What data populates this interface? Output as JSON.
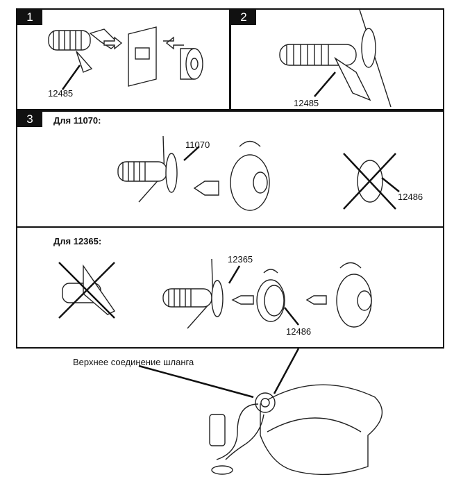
{
  "steps": [
    {
      "number": "1",
      "part_label": "12485"
    },
    {
      "number": "2",
      "part_label": "12485"
    },
    {
      "number": "3",
      "heading": "Для  11070:",
      "part_label": "11070",
      "crossed_part_label": "12486"
    },
    {
      "heading": "Для  12365:",
      "part_label": "12365",
      "ring_label": "12486"
    }
  ],
  "overview": {
    "caption": "Верхнее соединение шланга"
  }
}
